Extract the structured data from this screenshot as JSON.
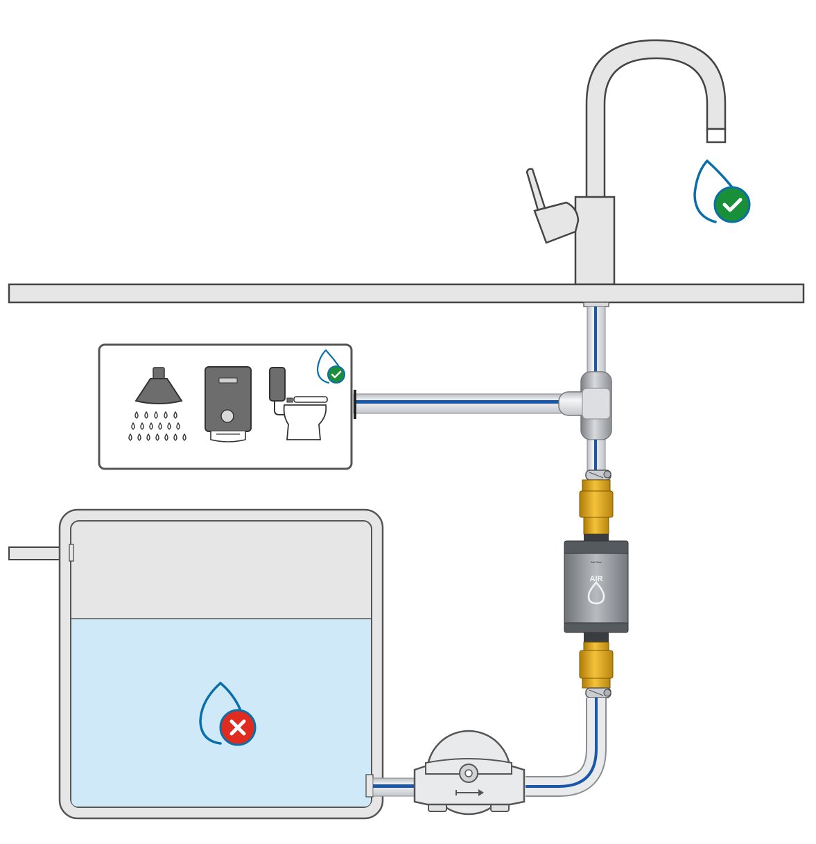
{
  "diagram": {
    "filter": {
      "brand": "AIR",
      "label": "Alb Filter"
    },
    "status": {
      "tap_water": "ok",
      "household_outlets": "ok",
      "tank_water": "not-ok"
    },
    "colors": {
      "ok": "#1a8f3a",
      "not_ok": "#e02b20",
      "drop_outline": "#0a6fa8",
      "pipe_core": "#1a57a8",
      "tank_water": "#cfe9f8",
      "brass": "#e5a818"
    },
    "flow_direction": "right"
  }
}
